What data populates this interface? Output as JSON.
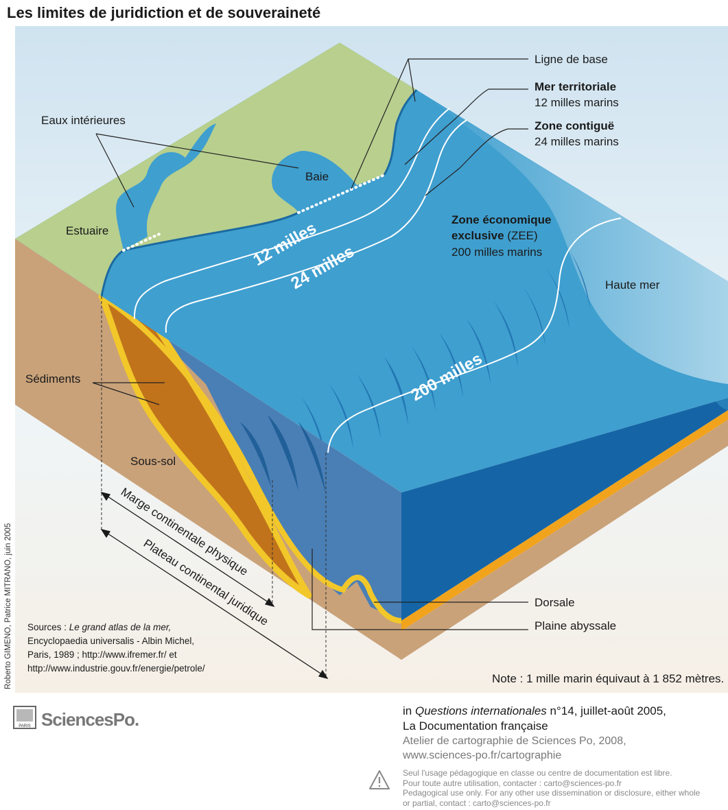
{
  "title": "Les limites de juridiction et de souveraineté",
  "labels": {
    "ligne_base": "Ligne de base",
    "mer_territoriale": "Mer territoriale",
    "mer_territoriale_sub": "12 milles marins",
    "zone_contigue": "Zone contiguë",
    "zone_contigue_sub": "24 milles marins",
    "eaux_interieures": "Eaux intérieures",
    "baie": "Baie",
    "estuaire": "Estuaire",
    "zee_line1": "Zone économique",
    "zee_line2_bold": "exclusive",
    "zee_line2_rest": " (ZEE)",
    "zee_sub": "200 milles marins",
    "haute_mer": "Haute mer",
    "sediments": "Sédiments",
    "sous_sol": "Sous-sol",
    "dorsale": "Dorsale",
    "plaine_abyssale": "Plaine abyssale",
    "marge": "Marge continentale physique",
    "plateau": "Plateau continental juridique",
    "miles_12": "12 milles",
    "miles_24": "24 milles",
    "miles_200": "200 milles"
  },
  "sources": {
    "prefix": "Sources : ",
    "italic": "Le grand atlas de la mer,",
    "line2": "Encyclopaedia universalis - Albin Michel,",
    "line3": "Paris, 1989 ; http://www.ifremer.fr/ et",
    "line4": "http://www.industrie.gouv.fr/energie/petrole/"
  },
  "note": "Note : 1 mille marin équivaut à 1 852 mètres.",
  "credit": "Roberto GIMENO, Patrice MITRANO, juin 2005",
  "footer": {
    "logo_text": "SciencesPo.",
    "seal_text": "PARIS",
    "ref_prefix": "in ",
    "ref_italic": "Questions internationales",
    "ref_rest": " n°14, juillet-août 2005,",
    "ref_line2": "La Documentation française",
    "atelier": "Atelier de cartographie de Sciences Po, 2008,",
    "url": "www.sciences-po.fr/cartographie",
    "warn_line1": "Seul l'usage pédagogique en classe ou centre de documentation est libre.",
    "warn_line2": "Pour toute autre utilisation, contacter : carto@sciences-po.fr",
    "warn_line3": "Pedagogical use only. For any other use dissemination or disclosure, either whole",
    "warn_line4": "or partial, contact : carto@sciences-po.fr"
  },
  "colors": {
    "land": "#b8cf8e",
    "sea": "#3f9fcf",
    "deep": "#1565a6",
    "front_sea": "#4a7fb5",
    "soil": "#c9a27a",
    "sediment": "#c0731b",
    "sediment_border": "#f2c72a"
  }
}
